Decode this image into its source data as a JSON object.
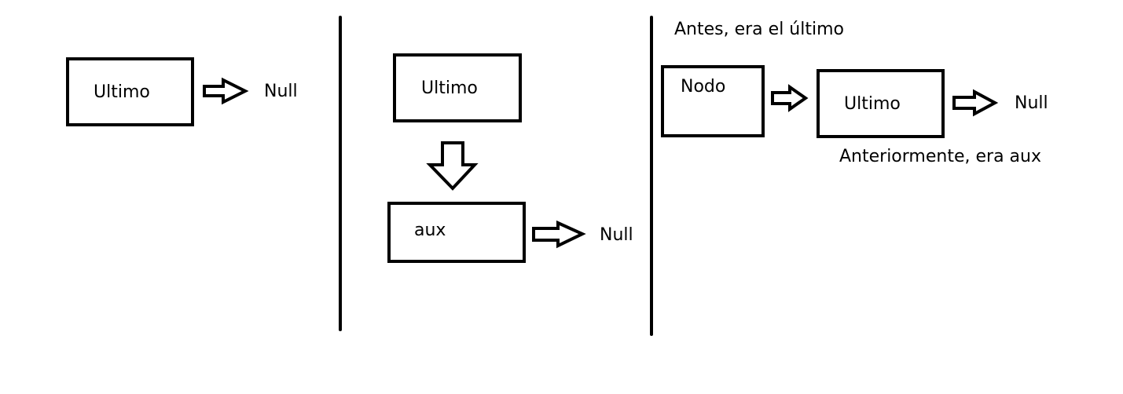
{
  "panel1": {
    "node_label": "Ultimo",
    "null_label": "Null"
  },
  "panel2": {
    "top_node_label": "Ultimo",
    "bottom_node_label": "aux",
    "null_label": "Null"
  },
  "panel3": {
    "caption_top": "Antes, era el último",
    "first_node_label": "Nodo",
    "second_node_label": "Ultimo",
    "null_label": "Null",
    "caption_bottom": "Anteriormente, era aux"
  },
  "colors": {
    "ink": "#000000",
    "background": "#ffffff"
  }
}
